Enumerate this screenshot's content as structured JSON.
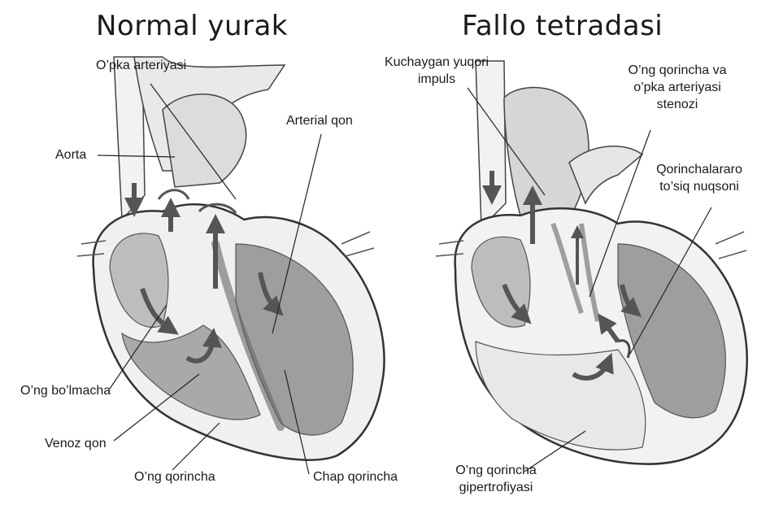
{
  "diagrams": {
    "left": {
      "title": "Normal yurak",
      "labels": {
        "pulmonary_artery": "O’pka arteriyasi",
        "aorta": "Aorta",
        "arterial_blood": "Arterial qon",
        "right_atrium": "O’ng bo’lmacha",
        "venous_blood": "Venoz qon",
        "right_ventricle": "O’ng qorincha",
        "left_ventricle": "Chap qorincha"
      }
    },
    "right": {
      "title": "Fallo tetradasi",
      "labels": {
        "overriding_impulse_1": "Kuchaygan yuqori",
        "overriding_impulse_2": "impuls",
        "stenosis_1": "O’ng qorincha va",
        "stenosis_2": "o’pka arteriyasi",
        "stenosis_3": "stenozi",
        "vsd_1": "Qorinchalararo",
        "vsd_2": "to’siq nuqsoni",
        "hypertrophy_1": "O’ng qorincha",
        "hypertrophy_2": "gipertrofiyasi"
      }
    }
  }
}
